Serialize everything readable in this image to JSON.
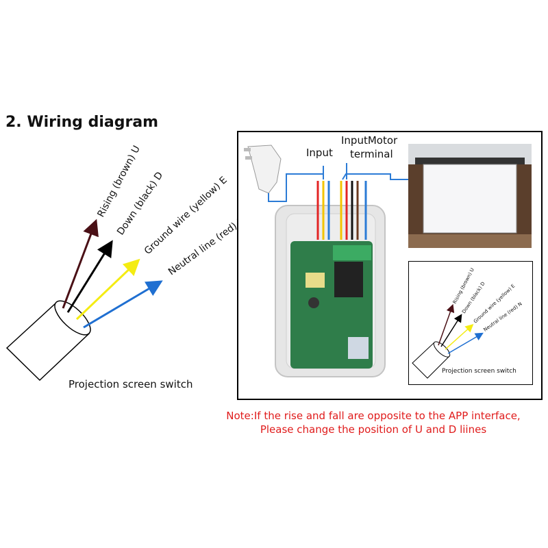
{
  "heading": "2. Wiring diagram",
  "wires": [
    {
      "label": "Rising (brown) U",
      "color": "#4a1016"
    },
    {
      "label": "Down (black) D",
      "color": "#000000"
    },
    {
      "label": "Ground wire (yellow) E",
      "color": "#f4ec12"
    },
    {
      "label": "Neutral line (red) N",
      "color": "#1f6fd1"
    }
  ],
  "cable_label": "Projection screen switch",
  "photo_labels": {
    "input": "Input",
    "input_motor": "InputMotor",
    "terminal": "terminal"
  },
  "inset": {
    "cable_label": "Projection screen switch",
    "wires": [
      "Rising (brown) U",
      "Down (black) D",
      "Ground wire (yellow) E",
      "Neutral line (red) N"
    ]
  },
  "note": {
    "line1": "Note:If the rise and fall are opposite to the APP interface,",
    "line2": "Please change the position of U and D liines"
  },
  "colors": {
    "note": "#e01b1b",
    "connector_line": "#2b7bd6",
    "board": "#2f7d4a",
    "enclosure": "#e6e6e6"
  }
}
